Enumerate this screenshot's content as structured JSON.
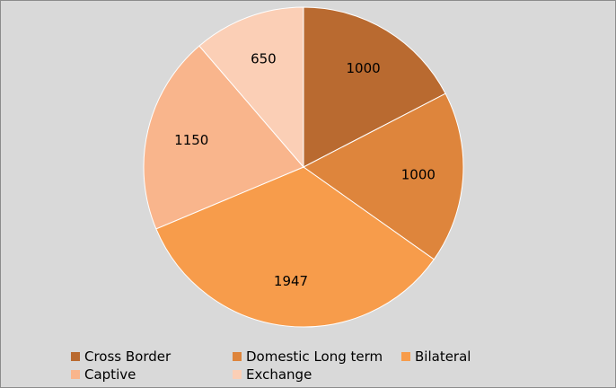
{
  "chart_data": {
    "type": "pie",
    "title": "",
    "categories": [
      "Cross Border",
      "Domestic Long term",
      "Bilateral",
      "Captive",
      "Exchange"
    ],
    "values": [
      1000,
      1000,
      1947,
      1150,
      650
    ],
    "value_labels": [
      "1000",
      "1000",
      "1947",
      "1150",
      "650"
    ],
    "colors": [
      "#b96a30",
      "#de853c",
      "#f79c4b",
      "#f9b58c",
      "#fbcfb6"
    ],
    "start_angle_deg": 0,
    "direction": "clockwise",
    "legend_position": "bottom",
    "background": "#d9d9d9"
  }
}
